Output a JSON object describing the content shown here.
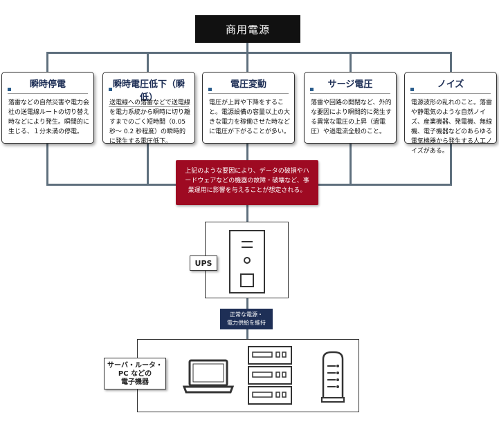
{
  "power_source": {
    "label": "商用電源"
  },
  "disturbances": [
    {
      "title": "瞬時停電",
      "text": "落雷などの自然災害や電力会社の送電線ルートの切り替え時などにより発生。瞬間的に生じる、１分未満の停電。"
    },
    {
      "title": "瞬時電圧低下（瞬低）",
      "text": "送電線への落雷などで送電線を電力系統から瞬時に切り離すまでのごく短時間（0.05 秒〜 0.2 秒程度）の瞬時的に発生する電圧低下。"
    },
    {
      "title": "電圧変動",
      "text": "電圧が上昇や下降をすること。電源設備の容量以上の大きな電力を稼働させた時などに電圧が下がることが多い。"
    },
    {
      "title": "サージ電圧",
      "text": "落雷や回路の開閉など、外的な要因により瞬間的に発生する異常な電圧の上昇（過電圧）や過電流全般のこと。"
    },
    {
      "title": "ノイズ",
      "text": "電源波形の乱れのこと。落雷や静電気のような自然ノイズ、産業機器、発電機、無線機、電子機器などのあらゆる電気機器から発生する人工ノイズがある。"
    }
  ],
  "warning": {
    "text": "上記のような要因により、データの破損やハードウェアなどの機器の故障・破壊など、事業運用に影響を与えることが想定される。"
  },
  "ups": {
    "label": "UPS",
    "icon": "tower-case-icon"
  },
  "normal_supply": {
    "line1": "正常な電源・",
    "line2": "電力供給を維持"
  },
  "devices": {
    "label_line1": "サーバ・ルータ・",
    "label_line2": "PC などの",
    "label_line3": "電子機器",
    "icons": [
      "laptop-icon",
      "server-rack-icon",
      "router-icon"
    ]
  },
  "colors": {
    "connector": "#5e6f7d",
    "title_navy": "#1e2f56",
    "warning_red": "#9e0a22",
    "source_black": "#111111"
  }
}
